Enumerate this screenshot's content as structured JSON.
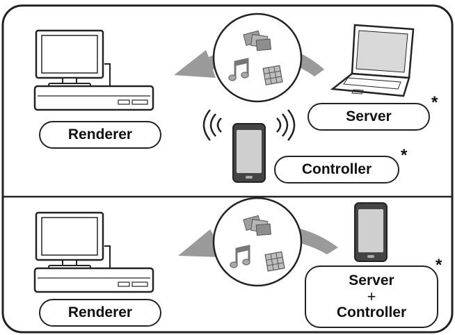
{
  "top_panel": {
    "renderer_label": "Renderer",
    "server_label": "Server",
    "controller_label": "Controller",
    "server_mark": "*",
    "controller_mark": "*"
  },
  "bottom_panel": {
    "renderer_label": "Renderer",
    "server_label": "Server",
    "plus_label": "+",
    "controller_label": "Controller",
    "combo_mark": "*"
  },
  "icons": [
    "tv-icon",
    "player-icon",
    "photos-icon",
    "music-note-icon",
    "video-icon",
    "arrow-icon",
    "laptop-icon",
    "smartphone-icon",
    "wireless-signal-icon"
  ],
  "colors": {
    "outline": "#222222",
    "arrow": "#9a9a9a",
    "icon_fill": "#bdbdbd",
    "screen": "#d9d9d9"
  }
}
